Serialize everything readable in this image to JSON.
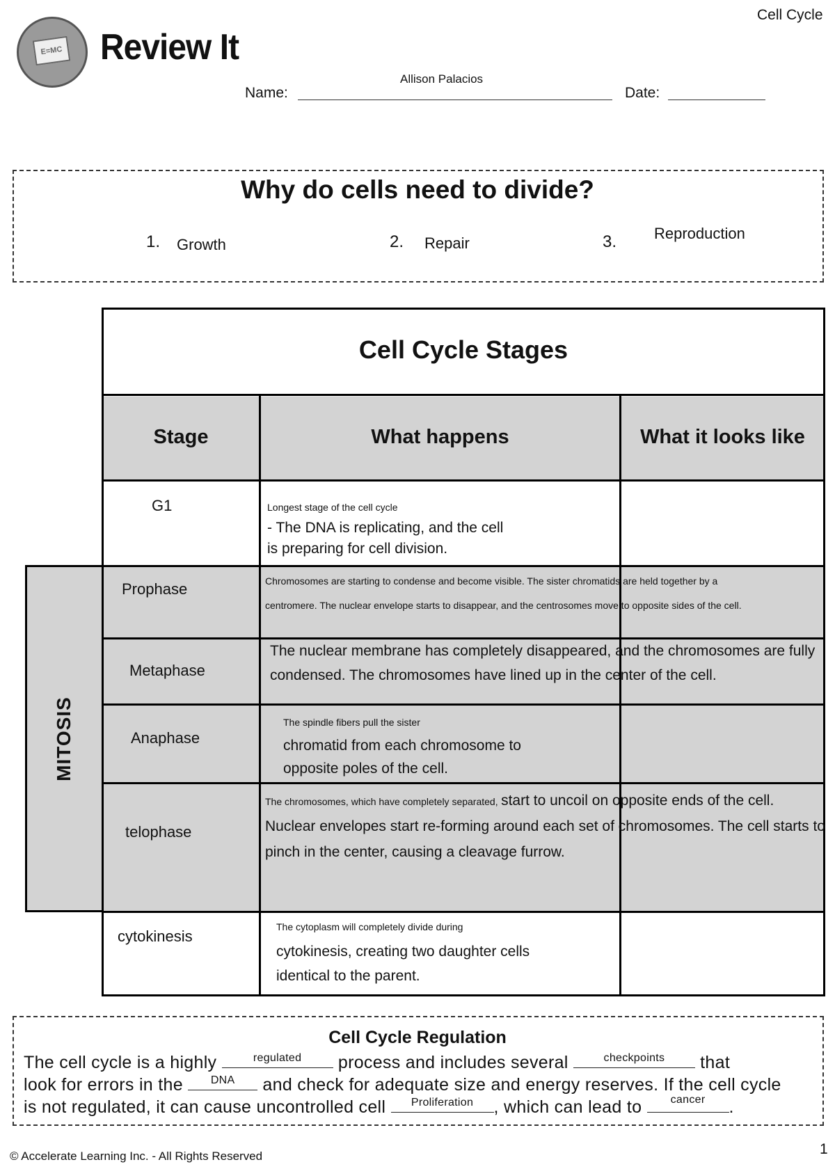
{
  "header": {
    "brand": "Review It",
    "corner_topic": "Cell Cycle",
    "logo_card_text": "E=MC",
    "name_label": "Name:",
    "name_value": "Allison Palacios",
    "date_label": "Date:"
  },
  "why": {
    "question": "Why do cells need to divide?",
    "reasons": [
      {
        "num": "1.",
        "text": "Growth"
      },
      {
        "num": "2.",
        "text": "Repair"
      },
      {
        "num": "3.",
        "text": "Reproduction"
      }
    ]
  },
  "table": {
    "title": "Cell Cycle Stages",
    "headers": [
      "Stage",
      "What happens",
      "What it looks like"
    ],
    "mitosis_label": "MITOSIS",
    "rows": [
      {
        "stage": "G1",
        "what_small": "Longest stage of the cell cycle",
        "what_main": "- The DNA is replicating, and the cell is preparing for cell division."
      },
      {
        "stage": "Prophase",
        "what_small": "Chromosomes are starting to condense and become visible. The sister chromatids are held together by a centromere. The nuclear envelope starts to disappear, and the centrosomes move to opposite sides of the cell.",
        "what_main": ""
      },
      {
        "stage": "Metaphase",
        "what_small": "",
        "what_main": "The nuclear membrane has completely disappeared, and the chromosomes are fully condensed. The chromosomes have lined up in the center of the cell."
      },
      {
        "stage": "Anaphase",
        "what_small": "The spindle fibers pull the sister",
        "what_main": "chromatid from each chromosome to opposite poles of the cell."
      },
      {
        "stage": "telophase",
        "what_small": "The chromosomes, which have completely separated,",
        "what_main": "start to uncoil on opposite ends of the cell. Nuclear envelopes start re-forming around each set of chromosomes. The cell starts to pinch in the center, causing a cleavage furrow."
      },
      {
        "stage": "cytokinesis",
        "what_small": "The cytoplasm will completely divide during",
        "what_main": "cytokinesis, creating two daughter cells identical to the parent."
      }
    ]
  },
  "regulation": {
    "title": "Cell Cycle Regulation",
    "t1": "The cell cycle is a highly",
    "b1": "regulated",
    "t2": "process and includes several",
    "b2": "checkpoints",
    "t3": "that",
    "t4": "look for errors in the",
    "b3": "DNA",
    "t5": "and check for adequate size and energy reserves. If the cell cycle",
    "t6": "is not regulated, it can cause uncontrolled cell",
    "b4": "Proliferation",
    "t7": ", which can lead to",
    "b5": "cancer",
    "t8": "."
  },
  "footer": {
    "copyright": "© Accelerate Learning Inc. - All Rights Reserved",
    "page": "1"
  }
}
